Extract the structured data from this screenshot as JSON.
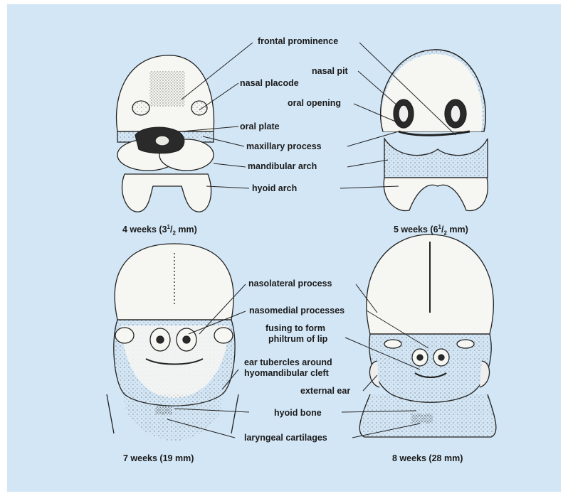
{
  "labels": {
    "frontal_prominence": "frontal prominence",
    "nasal_placode": "nasal placode",
    "nasal_pit": "nasal pit",
    "oral_opening": "oral opening",
    "oral_plate": "oral plate",
    "maxillary_process": "maxillary process",
    "mandibular_arch": "mandibular arch",
    "hyoid_arch": "hyoid arch",
    "nasolateral_process": "nasolateral process",
    "nasomedial_processes": "nasomedial processes",
    "fusing_line1": "fusing to form",
    "fusing_line2": "philtrum of lip",
    "ear_tubercles_line1": "ear tubercles around",
    "ear_tubercles_line2": "hyomandibular cleft",
    "external_ear": "external ear",
    "hyoid_bone": "hyoid bone",
    "laryngeal_cartilages": "laryngeal cartilages"
  },
  "captions": {
    "week4_pre": "4 weeks (3",
    "week4_sup": "1",
    "week4_sub": "2",
    "week4_post": " mm)",
    "week5_pre": "5 weeks (6",
    "week5_sup": "1",
    "week5_sub": "2",
    "week5_post": " mm)",
    "week7": "7 weeks (19 mm)",
    "week8": "8 weeks (28 mm)"
  },
  "colors": {
    "background": "#d3e6f5",
    "head_fill": "#f6f6f2",
    "ink": "#1a1a1a"
  }
}
